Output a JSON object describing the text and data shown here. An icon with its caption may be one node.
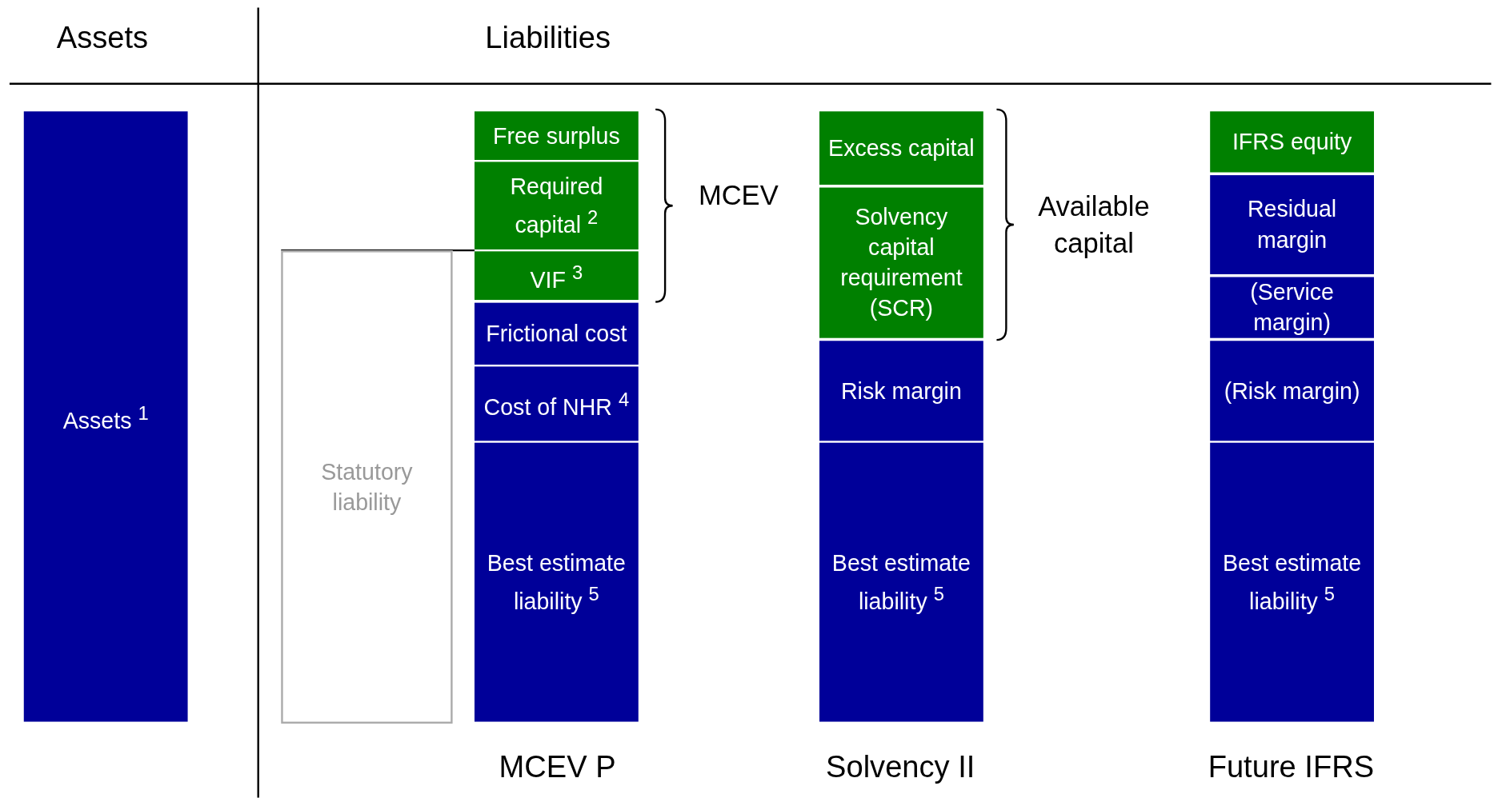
{
  "diagram": {
    "nodes": [
      {
        "text": [
          "Assets $^{1}$"
        ]
      },
      {
        "text": [
          "Statutory liability"
        ]
      },
      {
        "text": [
          "Free surplus"
        ]
      },
      {
        "text": [
          "Required capital $^{2}$"
        ]
      },
      {
        "text": [
          "VIF $^{3}$"
        ]
      },
      {
        "text": [
          "Frictional cost"
        ]
      },
      {
        "text": [
          "Cost of NHR $^{4}$"
        ]
      },
      {
        "text": [
          "Best estimate liability $^{5}$"
        ]
      },
      {
        "text": [
          "Excess capital"
        ]
      },
      {
        "text": [
          "Solvency capital requirement (SCR)"
        ]
      },
      {
        "text": [
          "Risk margin"
        ]
      },
      {
        "text": [
          "Best estimate liability $^{5}$"
        ]
      },
      {
        "text": [
          "IFRS equity"
        ]
      },
      {
        "text": [
          "Residual margin"
        ]
      },
      {
        "text": [
          "(Service margin)"
        ]
      },
      {
        "text": [
          "(Risk margin)"
        ]
      },
      {
        "text": [
          "Best estimate liability $^{5}$"
        ]
      }
    ],
    "edges": [
      {
        "from": 1,
        "to": 4,
        "arrow": "none"
      }
    ],
    "labels": [
      "Assets",
      "Liabilities",
      "MCEV",
      "Available capital",
      "MCEV P",
      "Solvency II",
      "Future IFRS"
    ]
  }
}
